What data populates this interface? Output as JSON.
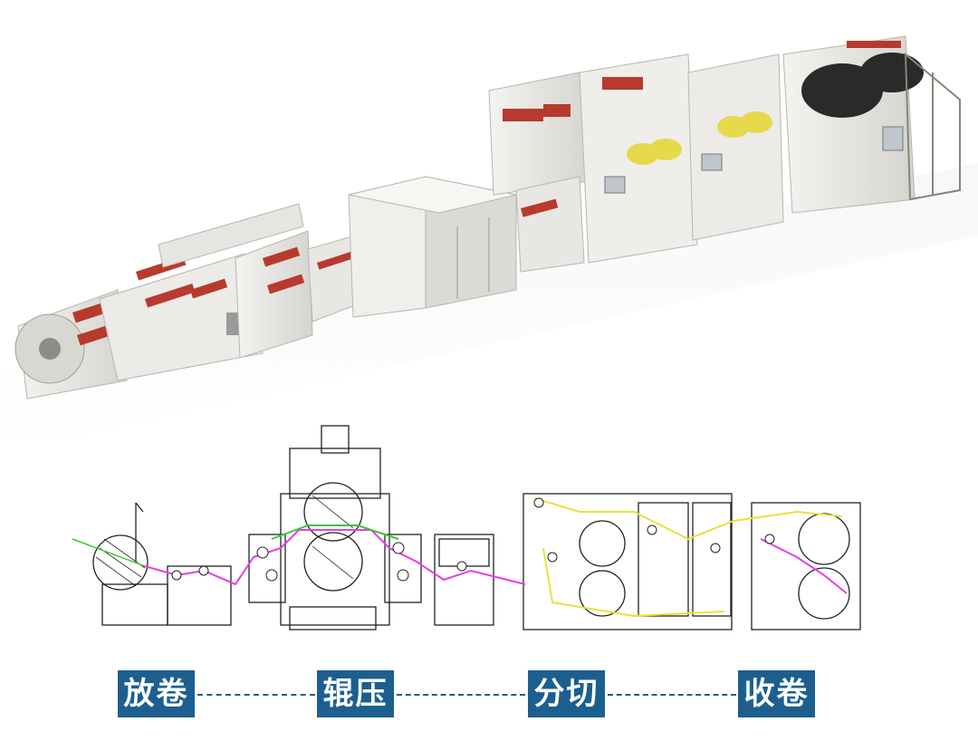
{
  "stages": [
    {
      "label": "放卷"
    },
    {
      "label": "辊压"
    },
    {
      "label": "分切"
    },
    {
      "label": "收卷"
    }
  ],
  "colors": {
    "stage_bg": "#1c5f8f",
    "stage_text": "#ffffff",
    "machine_body": "#ecebe8",
    "machine_shadow": "#c9c7c2",
    "roller_red": "#b83a2e",
    "roller_yellow": "#e6d94a",
    "path_magenta": "#e53ee5",
    "path_green": "#3ec43e",
    "path_yellow": "#e8e23a",
    "schematic_line": "#222222"
  }
}
